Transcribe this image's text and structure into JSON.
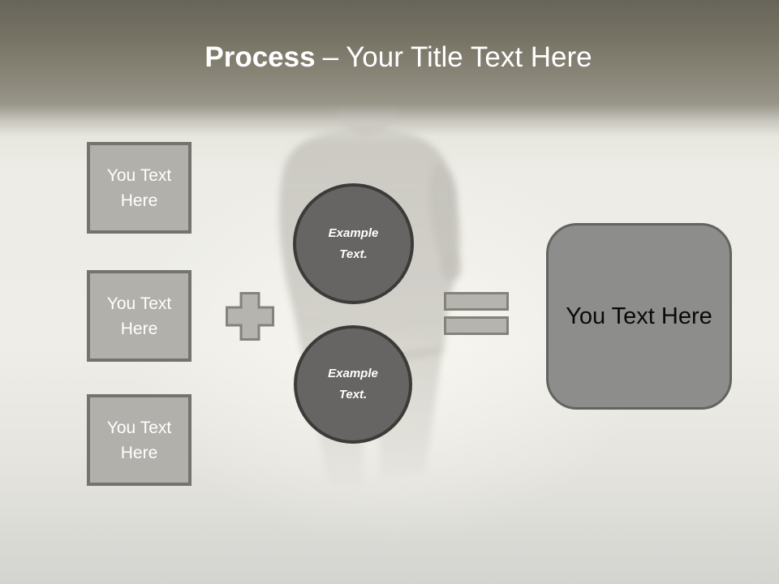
{
  "slide": {
    "title": {
      "emphasis": "Process",
      "dash_and_rest": "– Your Title Text Here"
    },
    "left_boxes": [
      {
        "label": "You Text Here"
      },
      {
        "label": "You Text Here"
      },
      {
        "label": "You Text Here"
      }
    ],
    "circles": [
      {
        "label": "Example Text."
      },
      {
        "label": "Example Text."
      }
    ],
    "operators": {
      "plus": "plus-icon",
      "equals": "equals-icon"
    },
    "result_box": {
      "label": "You Text Here"
    },
    "background": {
      "figure": "businessman-silhouette"
    },
    "colors": {
      "header_top": "#67645a",
      "header_bottom": "#989589",
      "body_light": "#eeede7",
      "body_bottom": "#d3d3cf",
      "square_fill": "#b1b0ab",
      "square_border": "#73746f",
      "circle_fill": "#666563",
      "circle_border": "#3b3b39",
      "operator_fill": "#b5b4ae",
      "operator_border": "#83827b",
      "result_fill": "#8d8d8b",
      "result_border": "#636361",
      "title_text": "#ffffff",
      "square_text": "#ffffff",
      "circle_text": "#ffffff",
      "result_text": "#0a0a0a"
    }
  }
}
